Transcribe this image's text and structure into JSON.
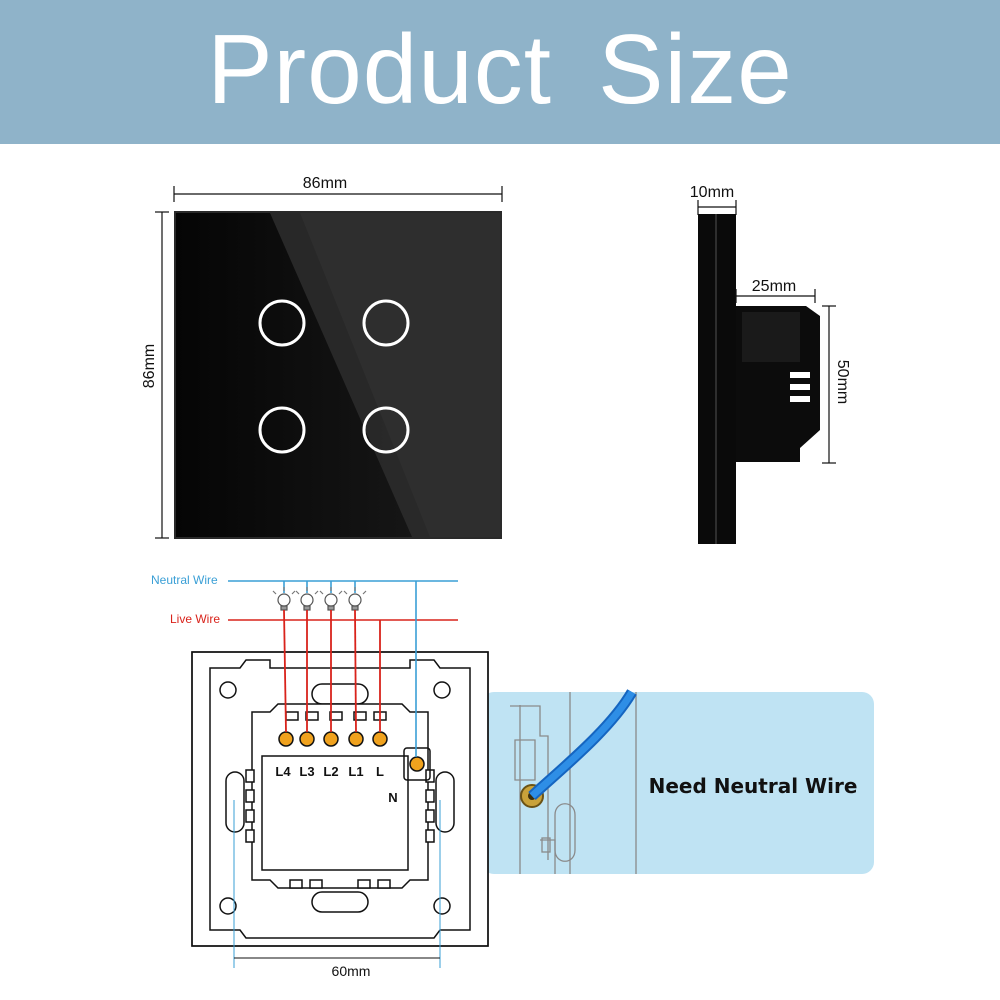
{
  "header": {
    "title": "Product  Size"
  },
  "dimensions": {
    "front_width": "86mm",
    "front_height": "86mm",
    "side_panel_depth": "10mm",
    "side_box_depth": "25mm",
    "side_box_height": "50mm",
    "back_hole_spacing": "60mm"
  },
  "wiring": {
    "neutral_label": "Neutral Wire",
    "live_label": "Live Wire",
    "terminals": [
      "L4",
      "L3",
      "L2",
      "L1",
      "L"
    ],
    "neutral_terminal": "N",
    "callout": "Need Neutral Wire"
  },
  "colors": {
    "header_bg": "#8fb3c9",
    "neutral_wire": "#3a9fd6",
    "live_wire": "#d9231b",
    "callout_bg": "#bfe3f3",
    "panel": "#0a0a0a"
  }
}
